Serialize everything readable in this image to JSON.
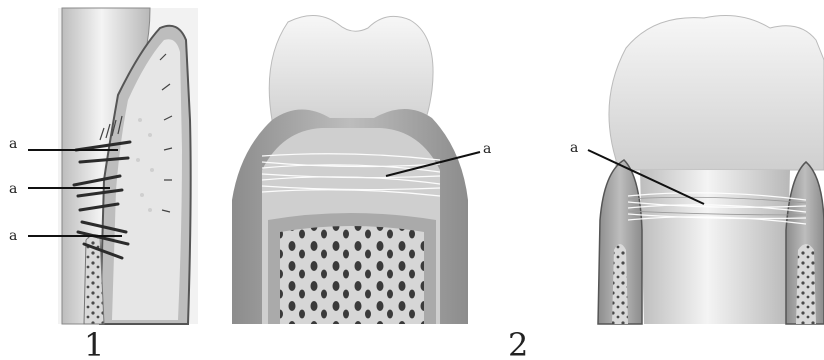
{
  "figure": {
    "panel_1_number": "1",
    "panel_2_number": "2",
    "leader_label": "a",
    "panels": [
      {
        "id": "panel-1",
        "labels": [
          "a",
          "a",
          "a"
        ]
      },
      {
        "id": "panel-2-center",
        "labels": [
          "a"
        ]
      },
      {
        "id": "panel-2-right",
        "labels": [
          "a"
        ]
      }
    ]
  }
}
